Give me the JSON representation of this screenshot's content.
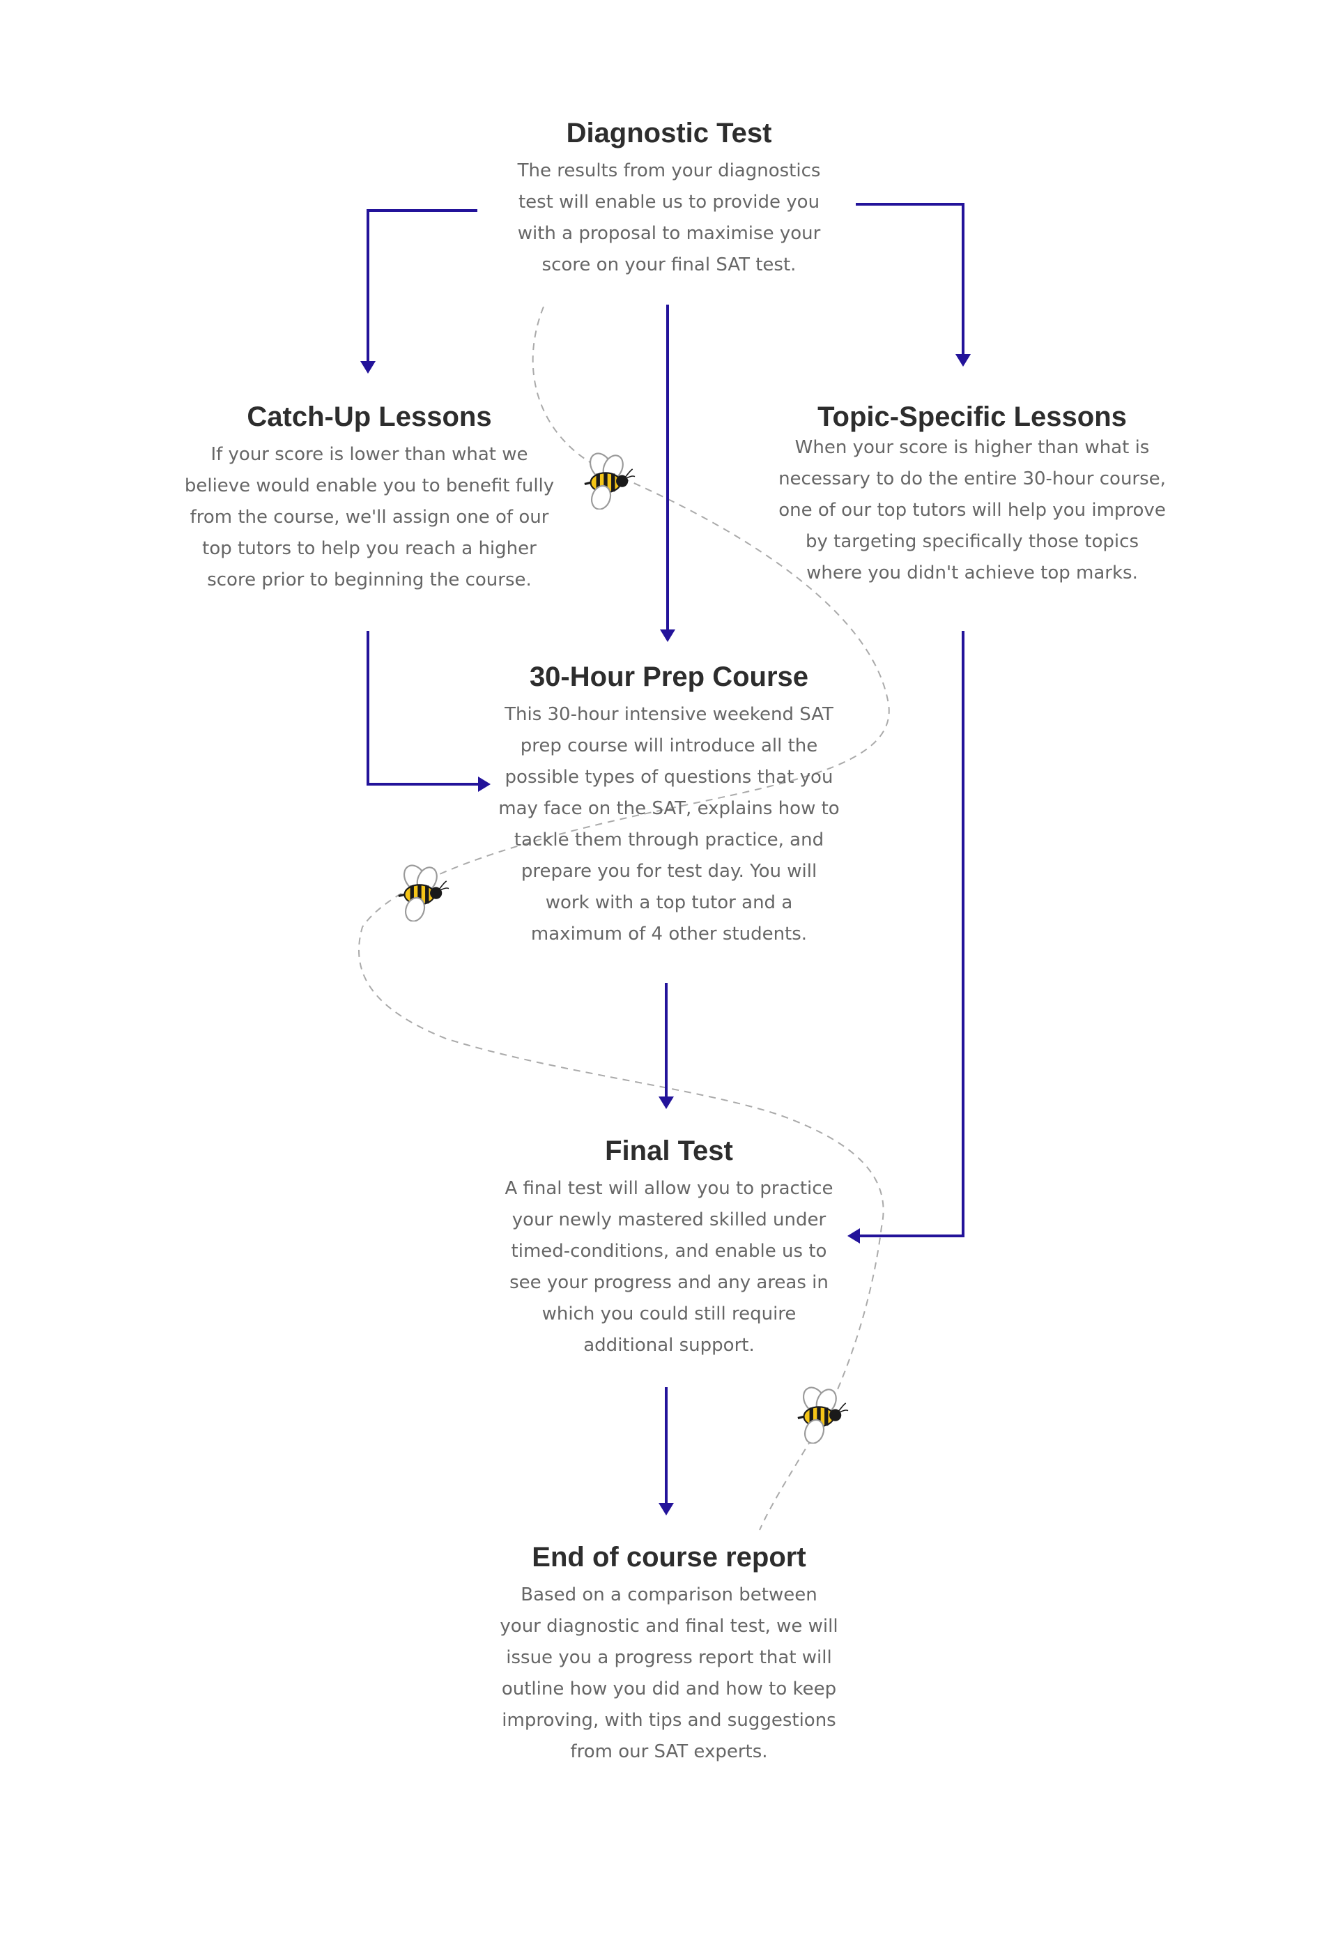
{
  "colors": {
    "arrow": "#23139a",
    "title": "#2d2d2d",
    "body_text": "#666666",
    "flight_path": "#aaaaaa",
    "bee_yellow": "#f5c518",
    "bee_black": "#1a1a1a",
    "bee_wing": "#ffffff"
  },
  "steps": {
    "diagnostic": {
      "title": "Diagnostic Test",
      "text": "The results from your diagnostics\ntest will enable us to provide you\nwith a proposal to maximise your\nscore on your final SAT test."
    },
    "catchup": {
      "title": "Catch-Up Lessons",
      "text": "If your score is lower than what we\nbelieve would enable you to benefit fully\nfrom the course, we'll assign one of our\ntop tutors to help you reach a higher\nscore prior to beginning the course."
    },
    "topic": {
      "title": "Topic-Specific Lessons",
      "text": "When your score is higher than what is\nnecessary to do the entire 30-hour course,\none of our top tutors will help you improve\nby targeting specifically those topics\nwhere you didn't achieve top marks."
    },
    "prep": {
      "title": "30-Hour Prep Course",
      "text": "This 30-hour intensive weekend SAT\nprep course will introduce all the\npossible types of questions that you\nmay face on the SAT, explains how to\ntackle them through practice, and\nprepare you for test day. You will\nwork with a top tutor and a\nmaximum of 4 other students."
    },
    "final": {
      "title": "Final Test",
      "text": "A final test will allow you to practice\nyour newly mastered skilled under\ntimed-conditions, and enable us to\nsee your progress and any areas in\nwhich you could still require\nadditional support."
    },
    "report": {
      "title": "End of course report",
      "text": "Based on a comparison between\nyour diagnostic and final test, we will\nissue you a progress report that will\noutline how you did and how to keep\nimproving, with tips and suggestions\nfrom our SAT experts."
    }
  },
  "connectors": [
    {
      "from": "diagnostic",
      "to": "catchup"
    },
    {
      "from": "diagnostic",
      "to": "prep"
    },
    {
      "from": "diagnostic",
      "to": "topic"
    },
    {
      "from": "catchup",
      "to": "prep"
    },
    {
      "from": "prep",
      "to": "final"
    },
    {
      "from": "topic",
      "to": "final"
    },
    {
      "from": "final",
      "to": "report"
    }
  ],
  "decorations": {
    "flight_path_style": "dashed",
    "bee_icon": "bee-icon"
  }
}
